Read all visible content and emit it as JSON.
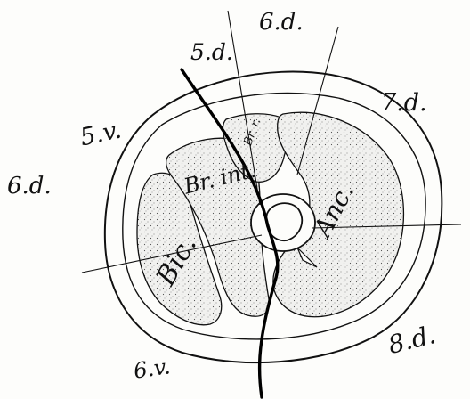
{
  "labels": {
    "six_d_top": "6.d.",
    "five_d": "5.d.",
    "seven_d": "7.d.",
    "five_v": "5.v.",
    "six_d_left": "6.d.",
    "eight_d": "8.d.",
    "six_v": "6.v.",
    "brachioradialis": "Br. r.",
    "brachialis_internus": "Br. int.",
    "biceps": "Bic.",
    "anconeus": "Anc."
  },
  "colors": {
    "ink": "#111111",
    "paper": "#fdfdfb",
    "muscle_fill": "#ececec"
  }
}
